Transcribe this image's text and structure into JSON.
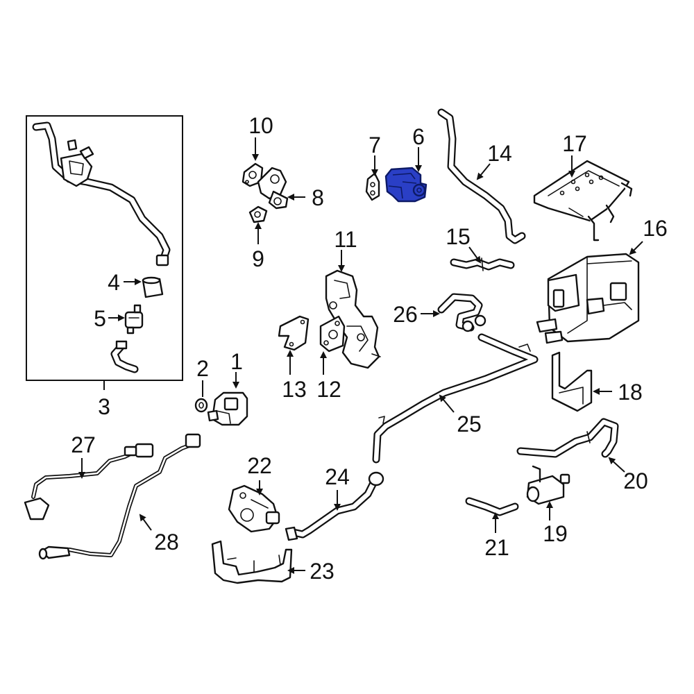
{
  "diagram": {
    "highlight_color": "#2a3fc6",
    "line_color": "#111111",
    "highlighted_part": "6",
    "callouts": [
      "1",
      "2",
      "3",
      "4",
      "5",
      "6",
      "7",
      "8",
      "9",
      "10",
      "11",
      "12",
      "13",
      "14",
      "15",
      "16",
      "17",
      "18",
      "19",
      "20",
      "21",
      "22",
      "23",
      "24",
      "25",
      "26",
      "27",
      "28"
    ]
  }
}
